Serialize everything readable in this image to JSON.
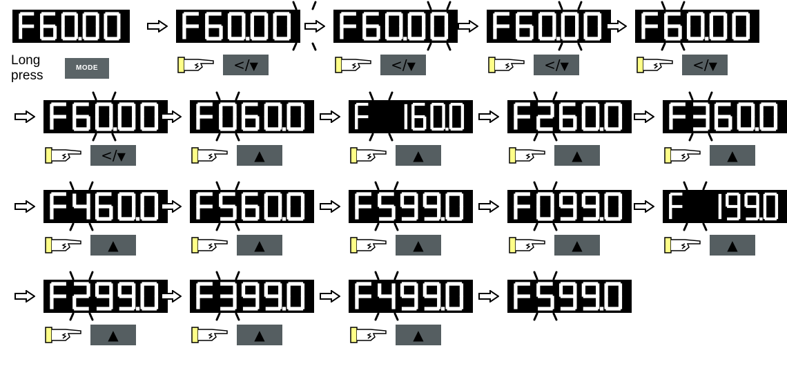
{
  "caption": {
    "line1": "Long",
    "line2": "press"
  },
  "mode_key_label": "MODE",
  "key_left": {
    "symbol": "</",
    "triangle": "▼"
  },
  "key_up": {
    "symbol": "▲"
  },
  "colors": {
    "display_bg": "#000000",
    "segment": "#ffffff",
    "key_bg": "#555e61",
    "hand_fill": "#ffff88"
  },
  "steps": [
    {
      "text": "F60.00",
      "blink": null,
      "key": "mode"
    },
    {
      "text": "F60.00",
      "blink": 5,
      "key": "left"
    },
    {
      "text": "F60.00",
      "blink": 4,
      "key": "left"
    },
    {
      "text": "F60.00",
      "blink": 3,
      "key": "left"
    },
    {
      "text": "F60.00",
      "blink": 1,
      "key": "left"
    },
    {
      "text": "F60.00",
      "blink": 2,
      "key": "left"
    },
    {
      "text": "F060.0",
      "blink": 1,
      "key": "up"
    },
    {
      "text": "F 160.0",
      "blink": 1,
      "key": "up"
    },
    {
      "text": "F260.0",
      "blink": 1,
      "key": "up"
    },
    {
      "text": "F360.0",
      "blink": 1,
      "key": "up"
    },
    {
      "text": "F460.0",
      "blink": 1,
      "key": "up"
    },
    {
      "text": "F560.0",
      "blink": 1,
      "key": "up"
    },
    {
      "text": "F599.0",
      "blink": 1,
      "key": "up"
    },
    {
      "text": "F099.0",
      "blink": 1,
      "key": "up"
    },
    {
      "text": "F 199.0",
      "blink": 1,
      "key": "up"
    },
    {
      "text": "F299.0",
      "blink": 1,
      "key": "up"
    },
    {
      "text": "F399.0",
      "blink": 1,
      "key": "up"
    },
    {
      "text": "F499.0",
      "blink": 1,
      "key": "up"
    },
    {
      "text": "F599.0",
      "blink": 1,
      "key": null
    }
  ]
}
